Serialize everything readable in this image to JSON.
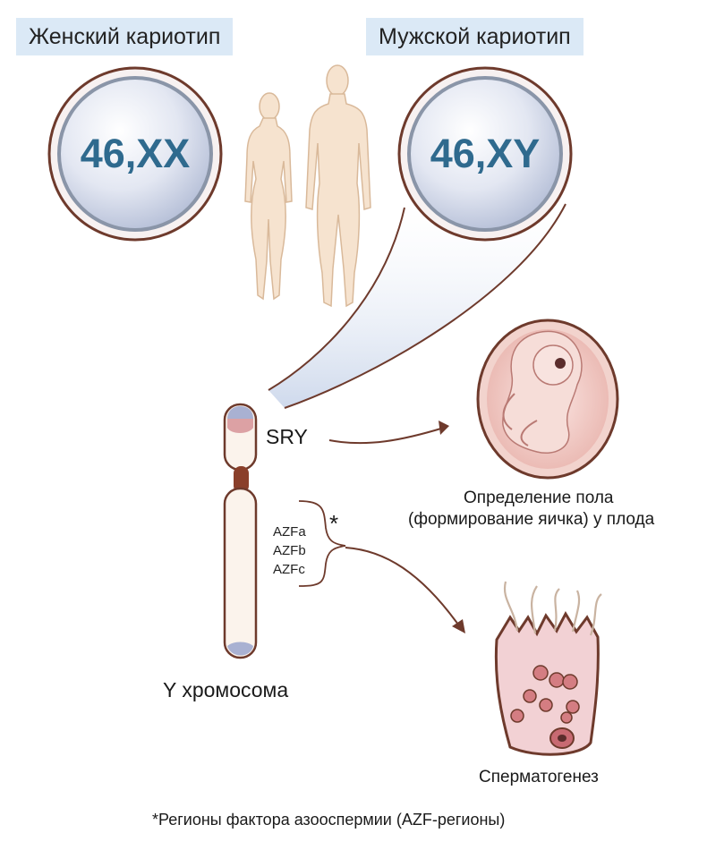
{
  "female": {
    "label": "Женский кариотип",
    "karyotype": "46,XX"
  },
  "male": {
    "label": "Мужской кариотип",
    "karyotype": "46,XY"
  },
  "chromosome": {
    "name": "Y хромосома",
    "sry": "SRY",
    "azf": [
      "AZFa",
      "AZFb",
      "AZFc"
    ],
    "asterisk": "*"
  },
  "sex_determination": {
    "line1": "Определение пола",
    "line2": "(формирование яичка) у плода"
  },
  "spermatogenesis": {
    "label": "Сперматогенез"
  },
  "footnote": "*Регионы фактора азооспермии (AZF-регионы)",
  "colors": {
    "accent_blue": "#2f6a8e",
    "brown": "#6e3a2c",
    "label_bg": "#dbe9f6",
    "skin": "#f6e3cf"
  }
}
